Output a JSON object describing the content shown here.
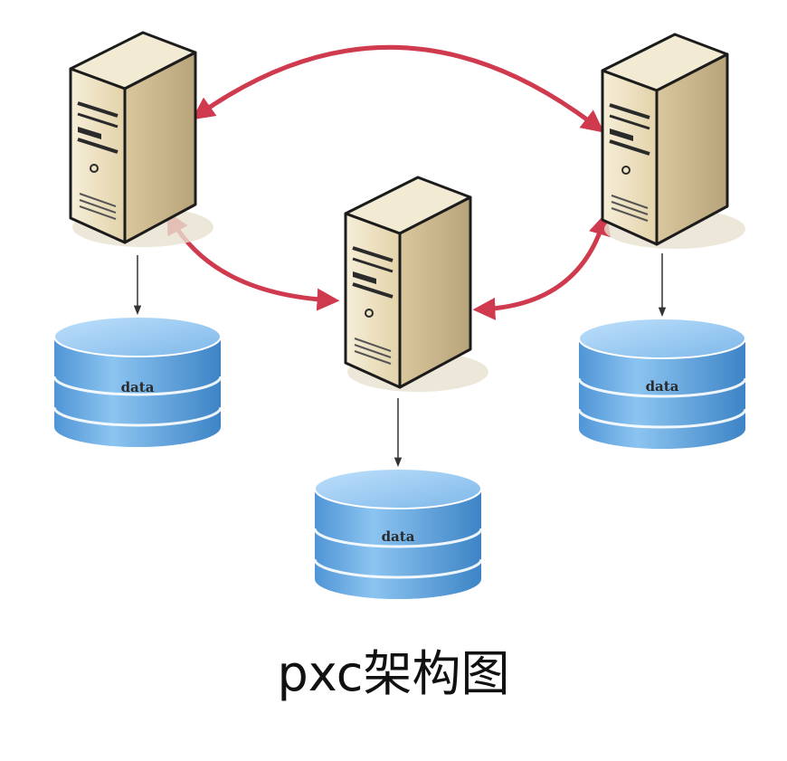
{
  "caption": "pxc架构图",
  "nodes": [
    {
      "id": "server-left",
      "label": ""
    },
    {
      "id": "server-center",
      "label": ""
    },
    {
      "id": "server-right",
      "label": ""
    }
  ],
  "databases": [
    {
      "id": "db-left",
      "label": "data"
    },
    {
      "id": "db-center",
      "label": "data"
    },
    {
      "id": "db-right",
      "label": "data"
    }
  ],
  "edges": [
    {
      "from": "server-left",
      "to": "server-right",
      "type": "bidirectional"
    },
    {
      "from": "server-left",
      "to": "server-center",
      "type": "bidirectional"
    },
    {
      "from": "server-right",
      "to": "server-center",
      "type": "bidirectional"
    },
    {
      "from": "server-left",
      "to": "db-left",
      "type": "directed"
    },
    {
      "from": "server-center",
      "to": "db-center",
      "type": "directed"
    },
    {
      "from": "server-right",
      "to": "db-right",
      "type": "directed"
    }
  ],
  "colors": {
    "replication_arrow": "#d03a4e",
    "storage_arrow": "#333333",
    "server_body": "#efe3c4",
    "server_side": "#c9b68d",
    "db_fill": "#6fb0e6",
    "db_dark": "#3f86c9"
  }
}
